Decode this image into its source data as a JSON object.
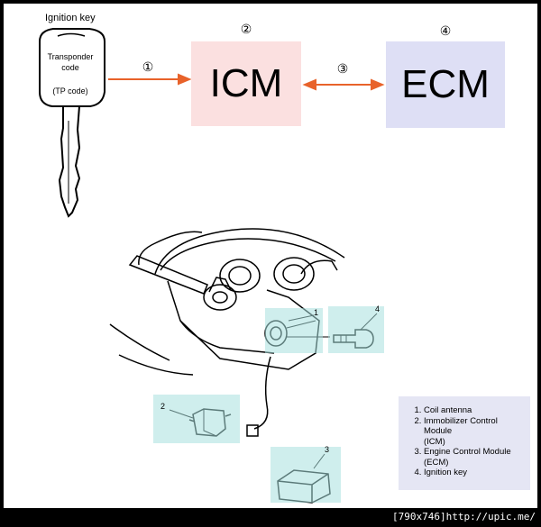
{
  "key": {
    "label": "Ignition key",
    "line1": "Transponder",
    "line2": "code",
    "line3": "(TP code)"
  },
  "flow": {
    "n1": "①",
    "n2": "②",
    "n3": "③",
    "n4": "④",
    "icm": "ICM",
    "ecm": "ECM",
    "arrow_color": "#e8622a",
    "icm_color": "#fbe0e0",
    "ecm_color": "#dedff5"
  },
  "callouts": {
    "c1": "1",
    "c2": "2",
    "c3": "3",
    "c4": "4"
  },
  "legend": {
    "i1": "Coil antenna",
    "i2a": "Immobilizer Control",
    "i2b": "Module",
    "i2c": "(ICM)",
    "i3a": "Engine Control Module",
    "i3b": "(ECM)",
    "i4": "Ignition key"
  },
  "watermark": "[790x746]http://upic.me/"
}
